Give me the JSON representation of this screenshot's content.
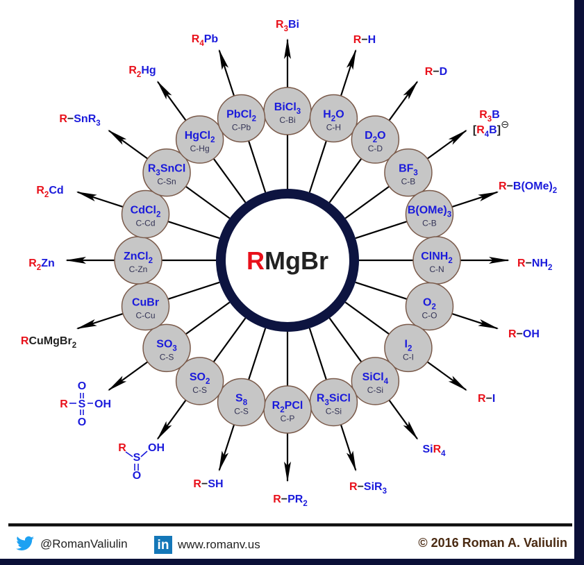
{
  "colors": {
    "red": "#e8101a",
    "blue": "#1a1adb",
    "dark": "#222222",
    "ring": "#0d1440",
    "node_fill": "#c6c6c6",
    "node_stroke": "#7a5a4a",
    "bond": "#333355"
  },
  "center": {
    "r_part": "R",
    "rest": "MgBr"
  },
  "reactions": [
    {
      "reagent": [
        [
          "BiCl",
          "b"
        ],
        [
          "3",
          "b",
          1
        ]
      ],
      "bond": "C-Bi",
      "product": [
        [
          "R",
          "r"
        ],
        [
          "3",
          "r",
          1
        ],
        [
          "Bi",
          "b"
        ]
      ]
    },
    {
      "reagent": [
        [
          "H",
          "b"
        ],
        [
          "2",
          "b",
          1
        ],
        [
          "O",
          "b"
        ]
      ],
      "bond": "C-H",
      "product": [
        [
          "R",
          "r"
        ],
        [
          "−",
          "k"
        ],
        [
          "H",
          "b"
        ]
      ]
    },
    {
      "reagent": [
        [
          "D",
          "b"
        ],
        [
          "2",
          "b",
          1
        ],
        [
          "O",
          "b"
        ]
      ],
      "bond": "C-D",
      "product": [
        [
          "R",
          "r"
        ],
        [
          "−",
          "k"
        ],
        [
          "D",
          "b"
        ]
      ]
    },
    {
      "reagent": [
        [
          "BF",
          "b"
        ],
        [
          "3",
          "b",
          1
        ]
      ],
      "bond": "C-B",
      "product": [
        [
          "R",
          "r"
        ],
        [
          "3",
          "r",
          1
        ],
        [
          "B",
          "b"
        ]
      ],
      "product2": [
        [
          "[",
          "k"
        ],
        [
          "R",
          "r"
        ],
        [
          "4",
          "b",
          1
        ],
        [
          "B",
          "b"
        ],
        [
          "]",
          "k"
        ],
        [
          "⊖",
          "k",
          2
        ]
      ]
    },
    {
      "reagent": [
        [
          "B(OMe)",
          "b"
        ],
        [
          "3",
          "b",
          1
        ]
      ],
      "bond": "C-B",
      "product": [
        [
          "R",
          "r"
        ],
        [
          "−",
          "k"
        ],
        [
          "B(OMe)",
          "b"
        ],
        [
          "2",
          "b",
          1
        ]
      ]
    },
    {
      "reagent": [
        [
          "ClNH",
          "b"
        ],
        [
          "2",
          "b",
          1
        ]
      ],
      "bond": "C-N",
      "product": [
        [
          "R",
          "r"
        ],
        [
          "−",
          "k"
        ],
        [
          "NH",
          "b"
        ],
        [
          "2",
          "b",
          1
        ]
      ]
    },
    {
      "reagent": [
        [
          "O",
          "b"
        ],
        [
          "2",
          "b",
          1
        ]
      ],
      "bond": "C-O",
      "product": [
        [
          "R",
          "r"
        ],
        [
          "−",
          "k"
        ],
        [
          "OH",
          "b"
        ]
      ]
    },
    {
      "reagent": [
        [
          "I",
          "b"
        ],
        [
          "2",
          "b",
          1
        ]
      ],
      "bond": "C-I",
      "product": [
        [
          "R",
          "r"
        ],
        [
          "−",
          "k"
        ],
        [
          "I",
          "b"
        ]
      ]
    },
    {
      "reagent": [
        [
          "SiCl",
          "b"
        ],
        [
          "4",
          "b",
          1
        ]
      ],
      "bond": "C-Si",
      "product": [
        [
          "Si",
          "b"
        ],
        [
          "R",
          "r"
        ],
        [
          "4",
          "b",
          1
        ]
      ]
    },
    {
      "reagent": [
        [
          "R",
          "b"
        ],
        [
          "3",
          "b",
          1
        ],
        [
          "SiCl",
          "b"
        ]
      ],
      "bond": "C-Si",
      "product": [
        [
          "R",
          "r"
        ],
        [
          "−",
          "k"
        ],
        [
          "SiR",
          "b"
        ],
        [
          "3",
          "b",
          1
        ]
      ]
    },
    {
      "reagent": [
        [
          "R",
          "b"
        ],
        [
          "2",
          "b",
          1
        ],
        [
          "PCl",
          "b"
        ]
      ],
      "bond": "C-P",
      "product": [
        [
          "R",
          "r"
        ],
        [
          "−",
          "k"
        ],
        [
          "PR",
          "b"
        ],
        [
          "2",
          "b",
          1
        ]
      ]
    },
    {
      "reagent": [
        [
          "S",
          "b"
        ],
        [
          "8",
          "b",
          1
        ]
      ],
      "bond": "C-S",
      "product": [
        [
          "R",
          "r"
        ],
        [
          "−",
          "k"
        ],
        [
          "SH",
          "b"
        ]
      ]
    },
    {
      "reagent": [
        [
          "SO",
          "b"
        ],
        [
          "2",
          "b",
          1
        ]
      ],
      "bond": "C-S",
      "structure": {
        "R": "R",
        "S": "S",
        "O": "O",
        "OH": "OH"
      }
    },
    {
      "reagent": [
        [
          "SO",
          "b"
        ],
        [
          "3",
          "b",
          1
        ]
      ],
      "bond": "C-S",
      "structure": {
        "R": "R",
        "S": "S",
        "O": "O",
        "OH": "OH"
      }
    },
    {
      "reagent": [
        [
          "CuBr",
          "b"
        ]
      ],
      "bond": "C-Cu",
      "product": [
        [
          "R",
          "r"
        ],
        [
          "CuMgBr",
          "k"
        ],
        [
          "2",
          "k",
          1
        ]
      ]
    },
    {
      "reagent": [
        [
          "ZnCl",
          "b"
        ],
        [
          "2",
          "b",
          1
        ]
      ],
      "bond": "C-Zn",
      "product": [
        [
          "R",
          "r"
        ],
        [
          "2",
          "r",
          1
        ],
        [
          "Zn",
          "b"
        ]
      ]
    },
    {
      "reagent": [
        [
          "CdCl",
          "b"
        ],
        [
          "2",
          "b",
          1
        ]
      ],
      "bond": "C-Cd",
      "product": [
        [
          "R",
          "r"
        ],
        [
          "2",
          "r",
          1
        ],
        [
          "Cd",
          "b"
        ]
      ]
    },
    {
      "reagent": [
        [
          "R",
          "b"
        ],
        [
          "3",
          "b",
          1
        ],
        [
          "SnCl",
          "b"
        ]
      ],
      "bond": "C-Sn",
      "product": [
        [
          "R",
          "r"
        ],
        [
          "−",
          "k"
        ],
        [
          "SnR",
          "b"
        ],
        [
          "3",
          "b",
          1
        ]
      ]
    },
    {
      "reagent": [
        [
          "HgCl",
          "b"
        ],
        [
          "2",
          "b",
          1
        ]
      ],
      "bond": "C-Hg",
      "product": [
        [
          "R",
          "r"
        ],
        [
          "2",
          "r",
          1
        ],
        [
          "Hg",
          "b"
        ]
      ]
    },
    {
      "reagent": [
        [
          "PbCl",
          "b"
        ],
        [
          "2",
          "b",
          1
        ]
      ],
      "bond": "C-Pb",
      "product": [
        [
          "R",
          "r"
        ],
        [
          "4",
          "r",
          1
        ],
        [
          "Pb",
          "b"
        ]
      ]
    }
  ],
  "footer": {
    "twitter": "@RomanValiulin",
    "linkedin_logo": "in",
    "website": "www.romanv.us",
    "copyright": "© 2016 Roman A. Valiulin"
  }
}
